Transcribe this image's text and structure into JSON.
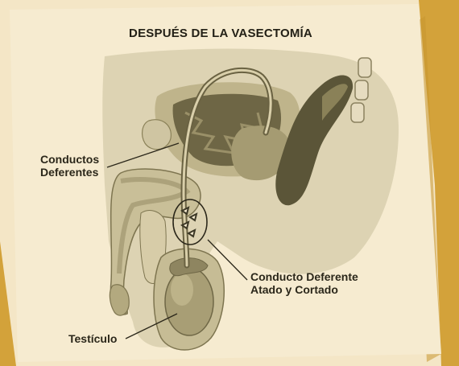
{
  "title": "DESPUÉS DE LA VASECTOMÍA",
  "labels": {
    "vas_deferens": [
      "Conductos",
      "Deferentes"
    ],
    "tied_cut": [
      "Conducto Deferente",
      "Atado y Cortado"
    ],
    "testicle": "Testículo"
  },
  "colors": {
    "background_paper": "#f4e6c6",
    "gold_accent": "#d3a23a",
    "illustration_tone": "#c9c09c",
    "dark_tissue": "#5b5538",
    "text": "#2b271a"
  }
}
